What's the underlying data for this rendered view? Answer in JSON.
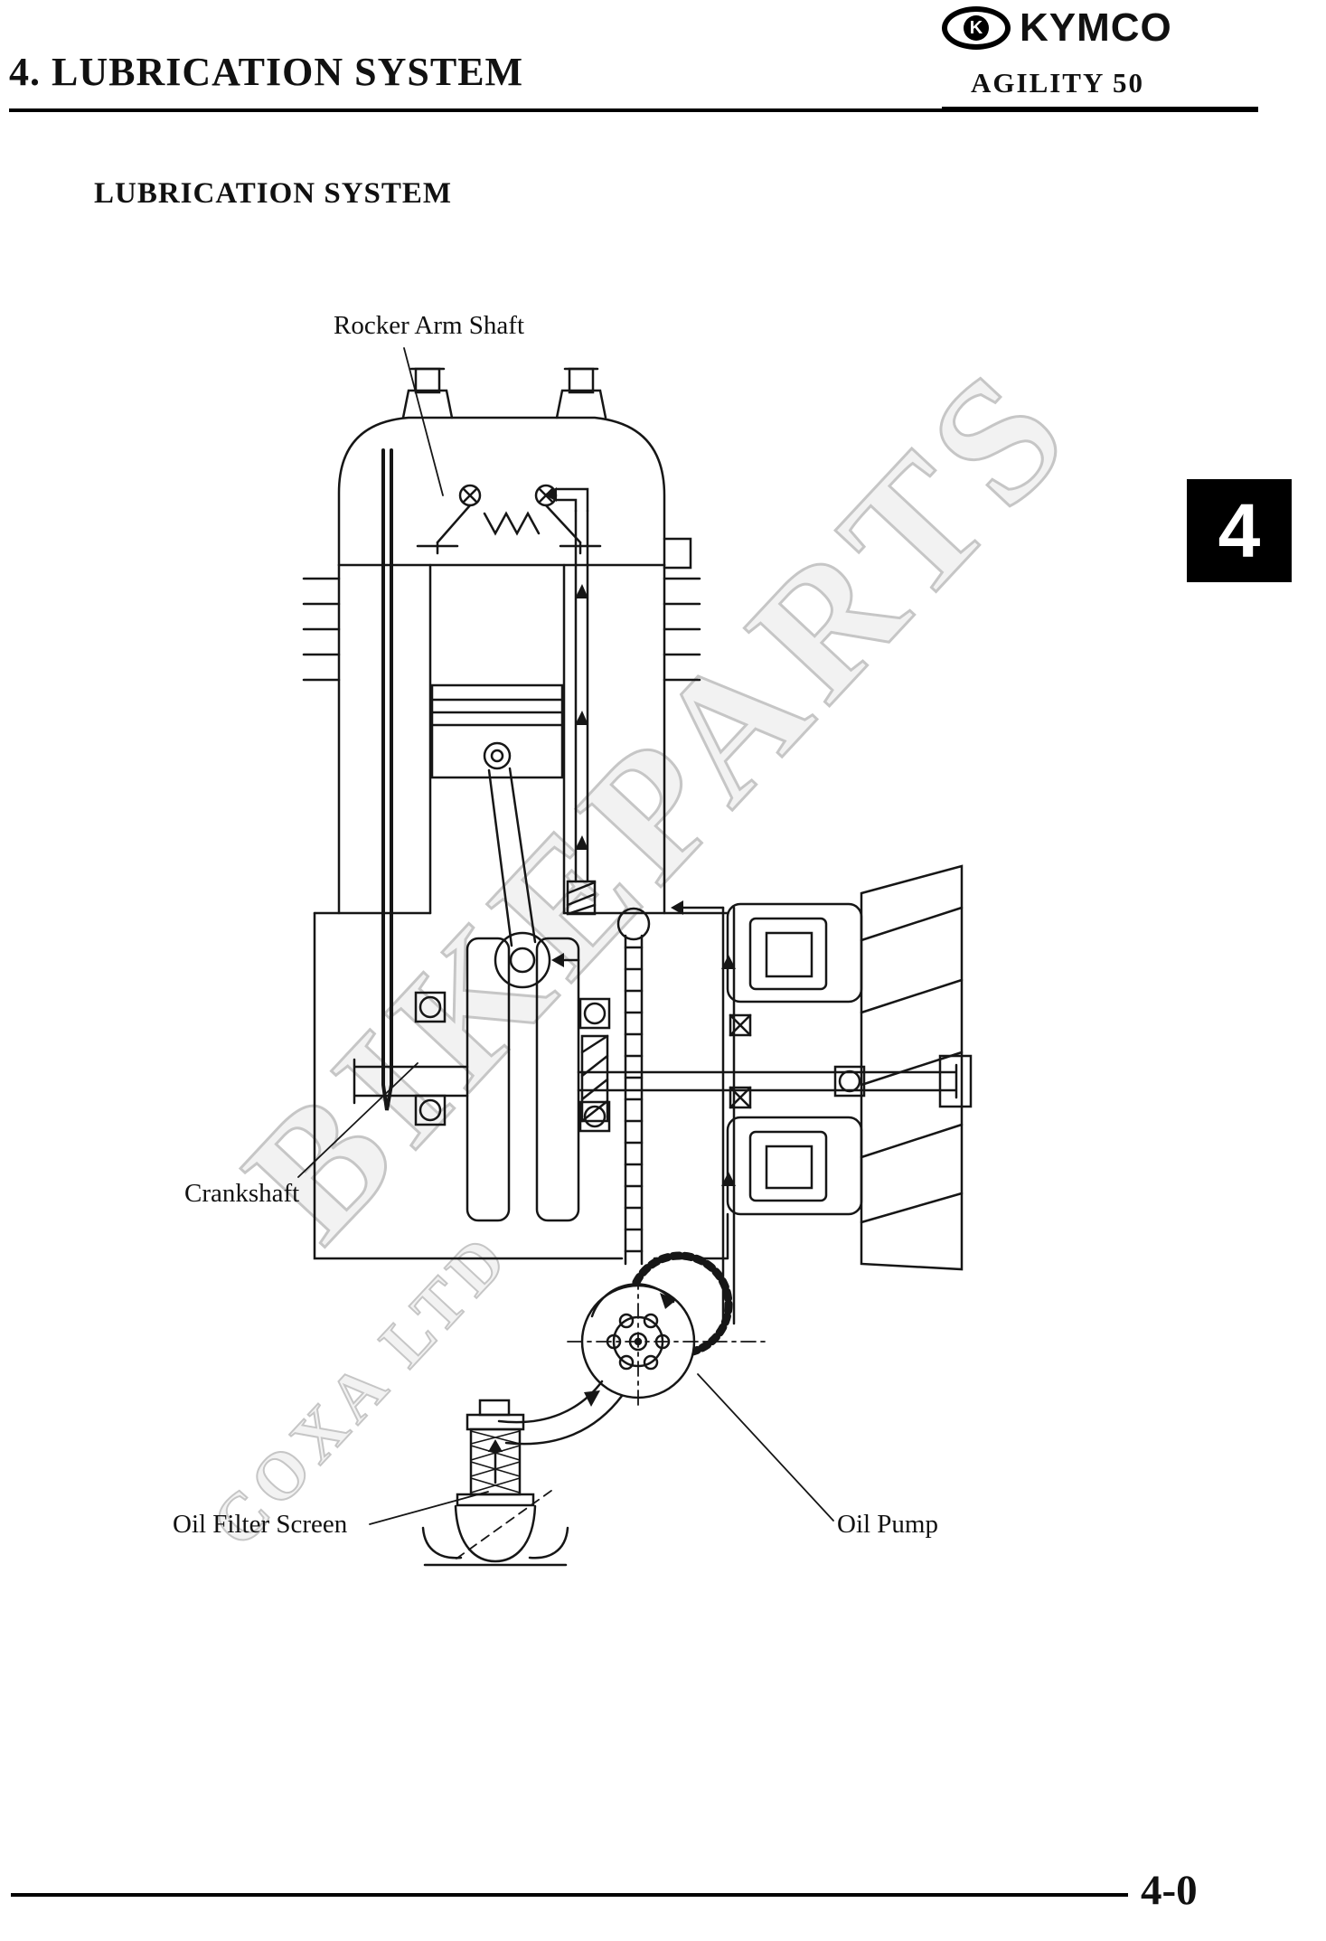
{
  "header": {
    "chapter_title": "4. LUBRICATION SYSTEM",
    "brand": "KYMCO",
    "brand_icon": "kymco-oval-logo",
    "model": "AGILITY 50"
  },
  "section_title": "LUBRICATION SYSTEM",
  "tab_number": "4",
  "page_number": "4-0",
  "watermark": {
    "line1": "BIKEPARTS",
    "line2": "COXA LTD"
  },
  "diagram": {
    "labels": [
      {
        "text": "Rocker Arm Shaft"
      },
      {
        "text": "Crankshaft"
      },
      {
        "text": "Oil Filter Screen"
      },
      {
        "text": "Oil Pump"
      }
    ]
  },
  "colors": {
    "ink": "#161616",
    "tab_bg": "#000000",
    "tab_text": "#ffffff",
    "watermark": "#c6c6c6"
  }
}
